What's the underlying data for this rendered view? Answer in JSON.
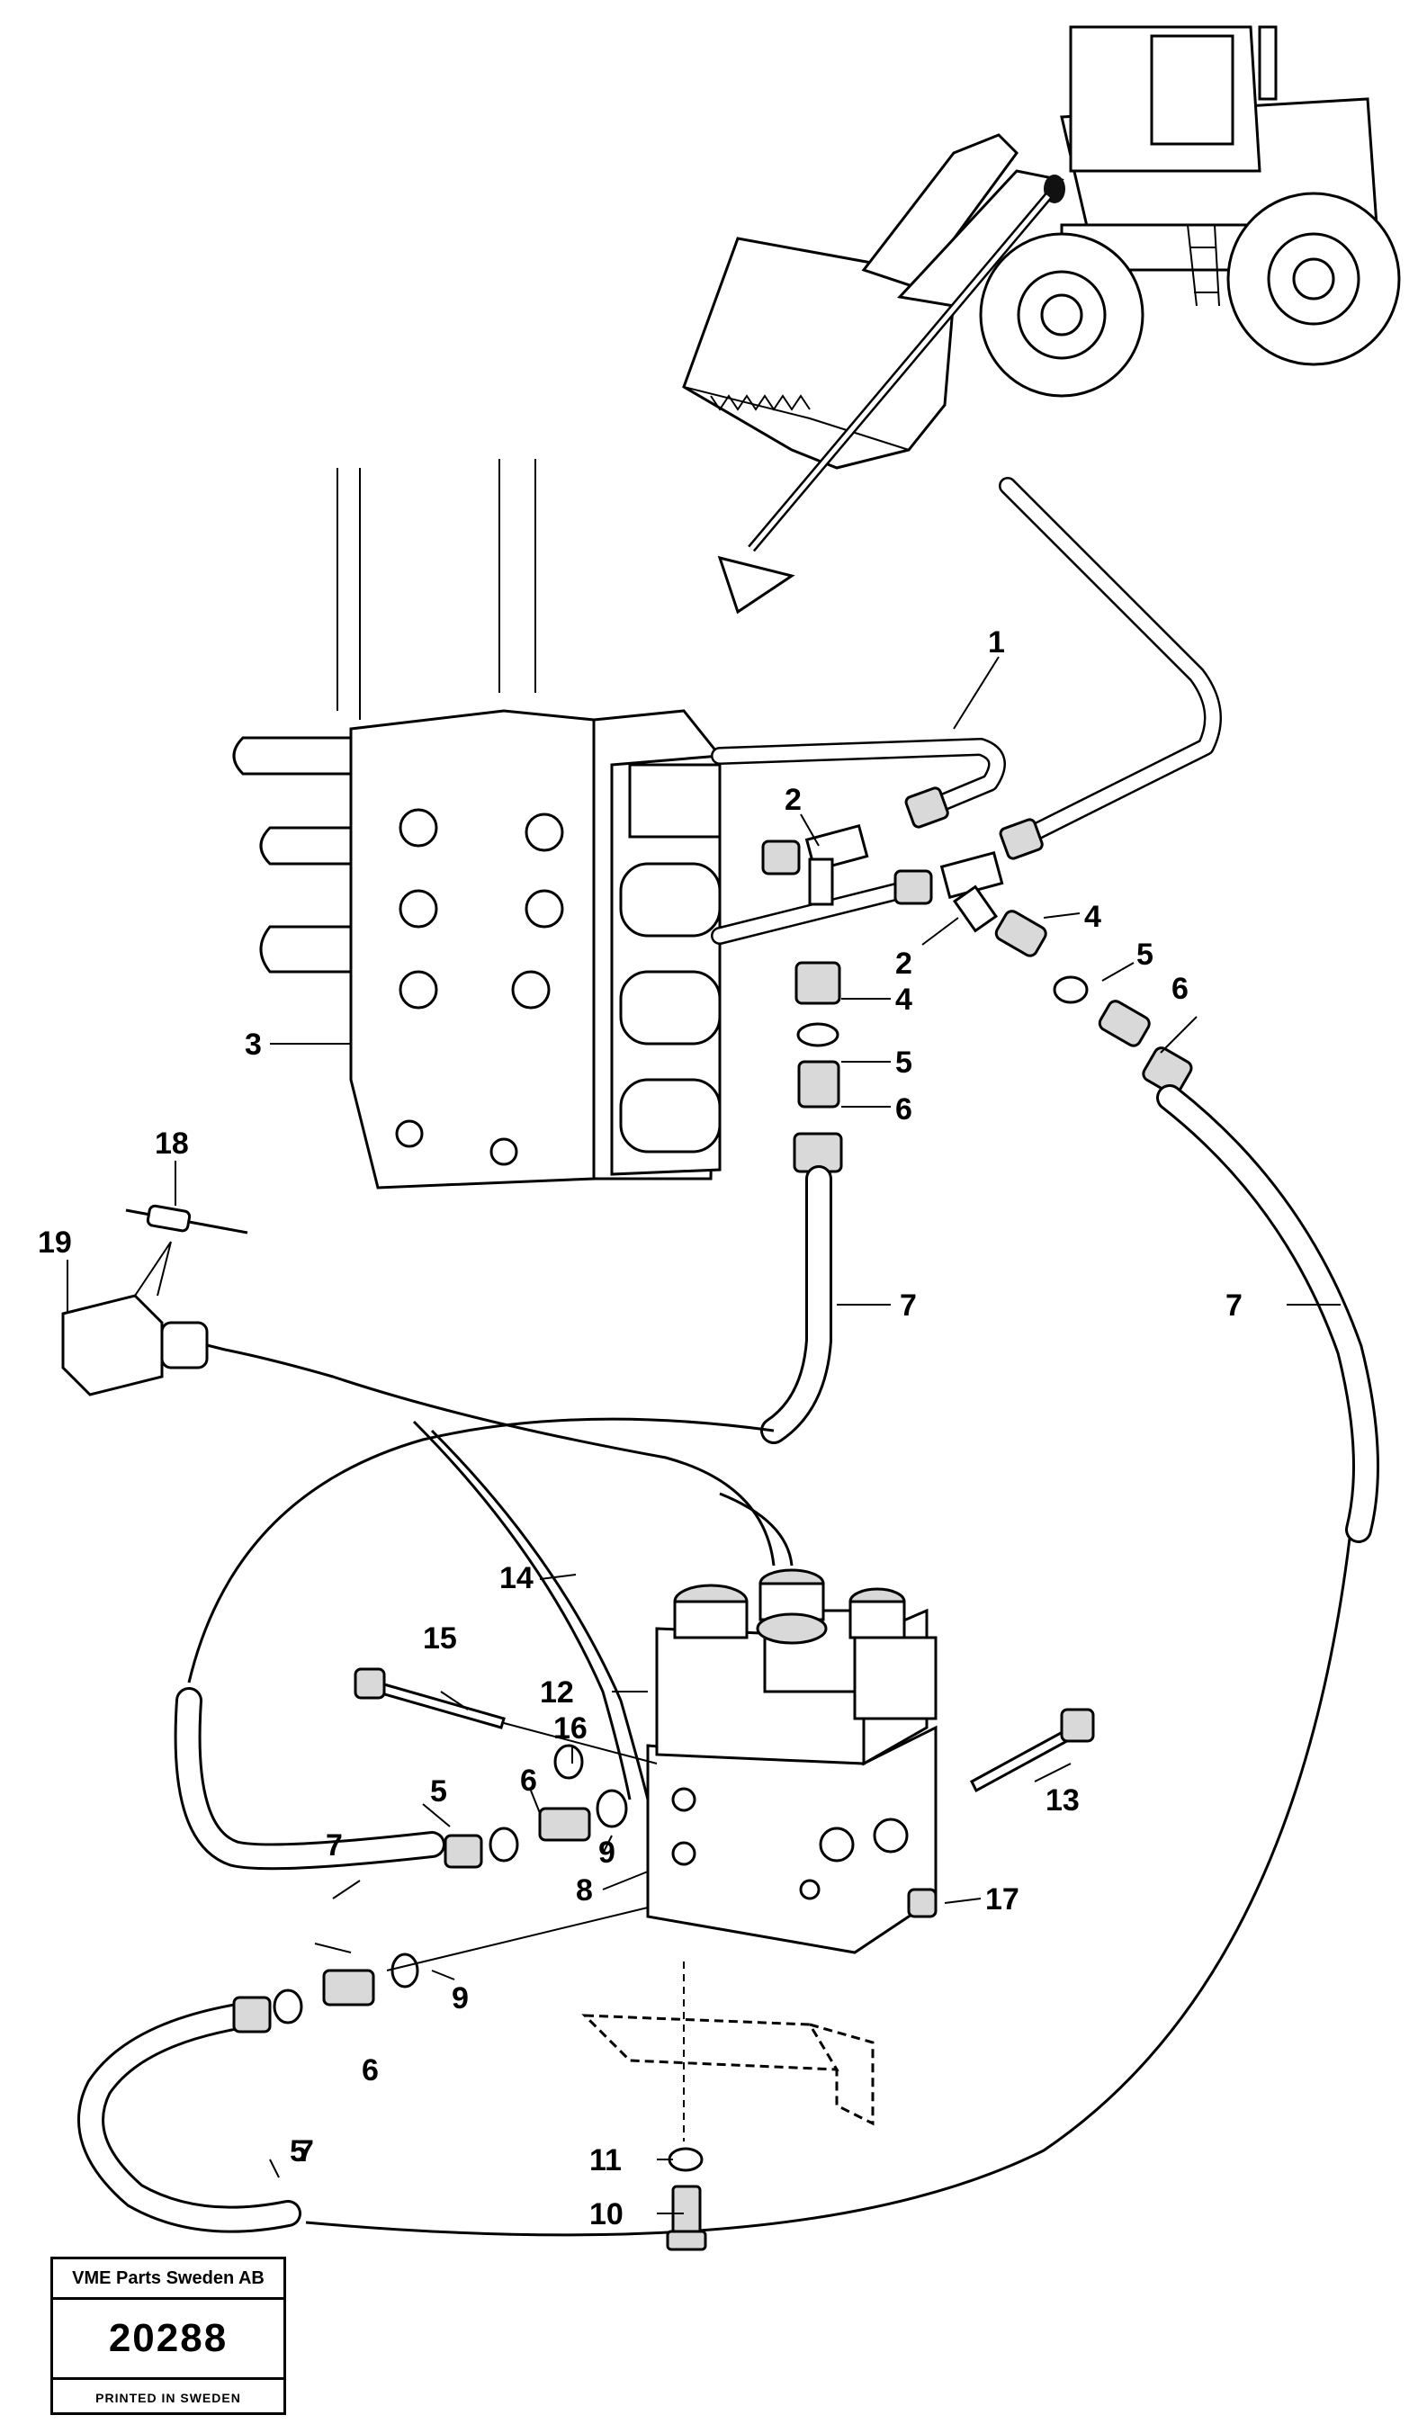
{
  "callouts": {
    "c1": "1",
    "c2a": "2",
    "c2b": "2",
    "c3": "3",
    "c4a": "4",
    "c4b": "4",
    "c5a": "5",
    "c5b": "5",
    "c5c": "5",
    "c5d": "5",
    "c6a": "6",
    "c6b": "6",
    "c6c": "6",
    "c6d": "6",
    "c7a": "7",
    "c7b": "7",
    "c7c": "7",
    "c7d": "7",
    "c8": "8",
    "c9a": "9",
    "c9b": "9",
    "c10": "10",
    "c11": "11",
    "c12": "12",
    "c13": "13",
    "c14": "14",
    "c15": "15",
    "c16": "16",
    "c17": "17",
    "c18": "18",
    "c19": "19"
  },
  "title_block": {
    "company": "VME Parts Sweden AB",
    "drawing_number": "20288",
    "printed": "PRINTED IN SWEDEN"
  }
}
